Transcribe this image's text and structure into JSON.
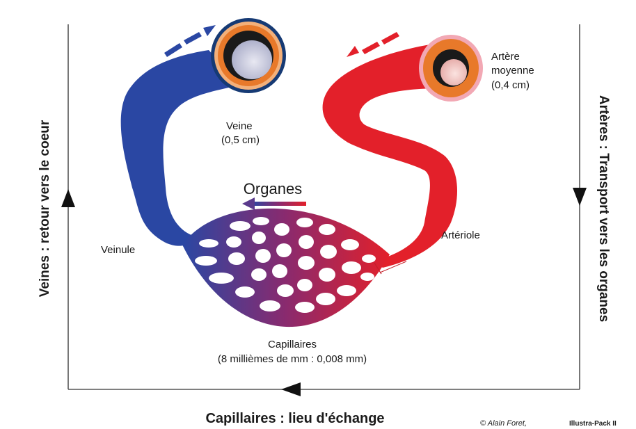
{
  "labels": {
    "left_side": "Veines : retour vers le coeur",
    "right_side": "Artères : Transport vers les organes",
    "bottom": "Capillaires : lieu d'échange",
    "organs": "Organes",
    "vein_name": "Veine",
    "vein_size": "(0,5 cm)",
    "artery_name_1": "Artère",
    "artery_name_2": "moyenne",
    "artery_size": "(0,4 cm)",
    "venule": "Veinule",
    "arteriole": "Artériole",
    "capillaries_name": "Capillaires",
    "capillaries_size": "(8 millièmes de mm : 0,008 mm)",
    "credit_author": "© Alain Foret,",
    "credit_brand": "Illustra-Pack II"
  },
  "colors": {
    "vein": "#2a47a3",
    "artery": "#e3202a",
    "capillary_mid": "#8a2a6e",
    "wall_orange": "#e8792a",
    "frame": "#555555"
  }
}
